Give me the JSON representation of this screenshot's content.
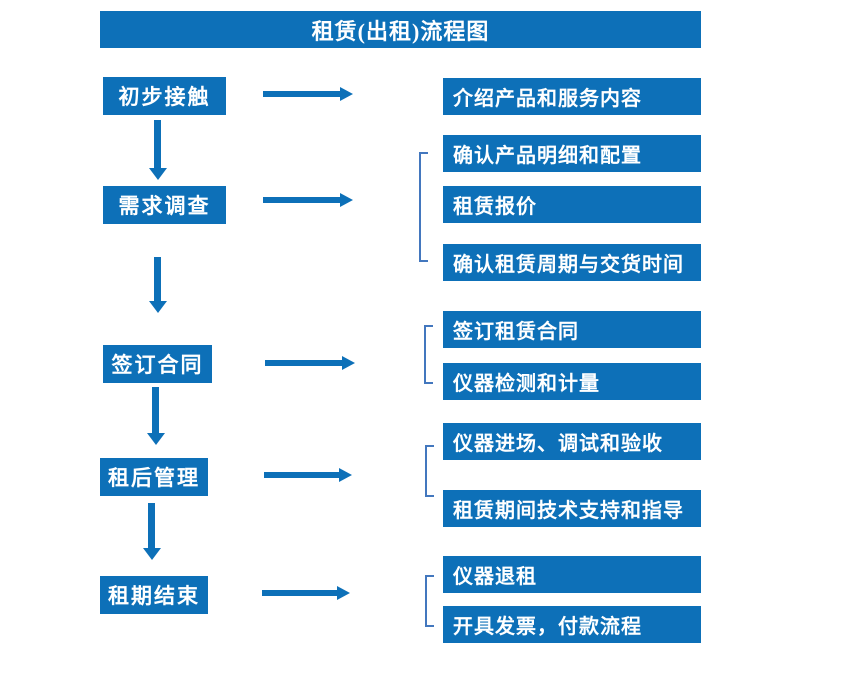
{
  "title": "租赁(出租)流程图",
  "colors": {
    "primary": "#0D70B8",
    "bracket": "#4377BE",
    "on-primary": "#FFFFFF"
  },
  "rows": [
    {
      "step": "初步接触",
      "details": [
        "介绍产品和服务内容"
      ]
    },
    {
      "step": "需求调查",
      "details": [
        "确认产品明细和配置",
        "租赁报价",
        "确认租赁周期与交货时间"
      ]
    },
    {
      "step": "签订合同",
      "details": [
        "签订租赁合同",
        "仪器检测和计量"
      ]
    },
    {
      "step": "租后管理",
      "details": [
        "仪器进场、调试和验收",
        "租赁期间技术支持和指导"
      ]
    },
    {
      "step": "租期结束",
      "details": [
        "仪器退租",
        "开具发票，付款流程"
      ]
    }
  ]
}
